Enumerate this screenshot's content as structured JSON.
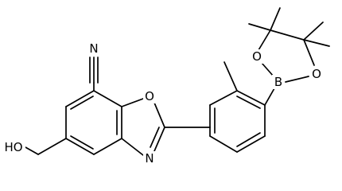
{
  "molecule": {
    "atom_labels": {
      "nitrile_n": "N",
      "oxazole_o": "O",
      "oxazole_n": "N",
      "hydroxyl": "HO",
      "boron": "B",
      "dioxaborolane_o_upper": "O",
      "dioxaborolane_o_lower": "O"
    }
  }
}
